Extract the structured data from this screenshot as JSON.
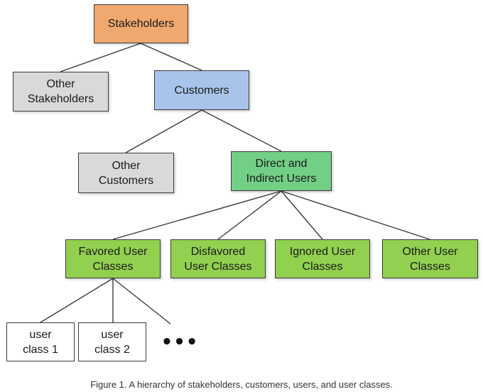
{
  "nodes": {
    "stakeholders": "Stakeholders",
    "other_stakeholders": "Other\nStakeholders",
    "customers": "Customers",
    "other_customers": "Other\nCustomers",
    "direct_indirect_users": "Direct and\nIndirect Users",
    "favored_user_classes": "Favored User\nClasses",
    "disfavored_user_classes": "Disfavored\nUser Classes",
    "ignored_user_classes": "Ignored User\nClasses",
    "other_user_classes": "Other User\nClasses",
    "user_class_1": "user\nclass 1",
    "user_class_2": "user\nclass 2"
  },
  "ellipsis": "•••",
  "caption": "Figure 1. A hierarchy of stakeholders, customers, users, and user classes.",
  "colors": {
    "stakeholders": "#f0a86e",
    "other": "#d9d9d9",
    "customers": "#a9c4ea",
    "direct_indirect_users": "#72cf86",
    "user_classes": "#92d050",
    "leaf": "#ffffff",
    "edge": "#3a3a3a"
  }
}
